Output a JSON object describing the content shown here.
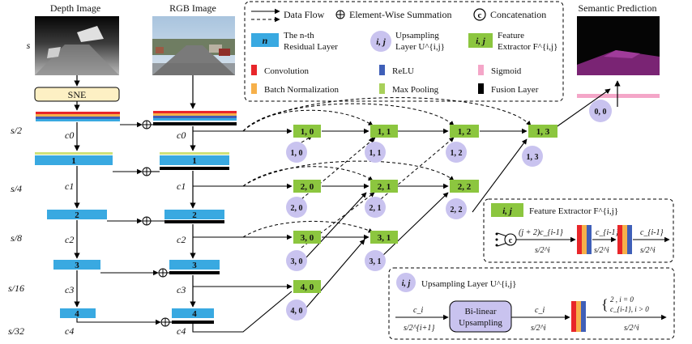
{
  "titles": {
    "depth": "Depth Image",
    "rgb": "RGB Image",
    "semantic": "Semantic Prediction"
  },
  "legend": {
    "data_flow": "Data Flow",
    "elementwise": "Element-Wise Summation",
    "concat": "Concatenation",
    "concat_symbol": "c",
    "residual_symbol": "n",
    "residual_line1": "The n-th",
    "residual_line2": "Residual Layer",
    "upsampling_symbol": "i, j",
    "upsampling_line1": "Upsampling",
    "upsampling_line2": "Layer U^{i,j}",
    "feature_symbol": "i, j",
    "feature_line1": "Feature",
    "feature_line2": "Extractor F^{i,j}",
    "convolution": "Convolution",
    "relu": "ReLU",
    "sigmoid": "Sigmoid",
    "batch_norm": "Batch Normalization",
    "max_pooling": "Max Pooling",
    "fusion_layer": "Fusion Layer"
  },
  "colors": {
    "convolution": "#e8262a",
    "relu": "#3f5fb8",
    "sigmoid": "#f4a6c8",
    "batch_norm": "#f6b04a",
    "max_pooling": "#a8d05a",
    "fusion": "#000000",
    "residual": "#39a9e1",
    "feature": "#8cc63f",
    "upsampling": "#c9c3ef",
    "sne": "#fdf0c4"
  },
  "scales": [
    "s",
    "s/2",
    "s/4",
    "s/8",
    "s/16",
    "s/32"
  ],
  "sne_label": "SNE",
  "depth_channels": [
    "c0",
    "c1",
    "c2",
    "c3",
    "c4"
  ],
  "rgb_channels": [
    "c0",
    "c1",
    "c2",
    "c3",
    "c4"
  ],
  "residual_layers": [
    "1",
    "2",
    "3",
    "4"
  ],
  "feature_nodes": [
    "1, 0",
    "1, 1",
    "1, 2",
    "1, 3",
    "2, 0",
    "2, 1",
    "2, 2",
    "3, 0",
    "3, 1",
    "4, 0"
  ],
  "upsampling_nodes": [
    "1, 0",
    "1, 1",
    "1, 2",
    "1, 3",
    "2, 0",
    "2, 1",
    "2, 2",
    "3, 0",
    "3, 1",
    "4, 0",
    "0, 0"
  ],
  "feature_box": {
    "symbol": "i, j",
    "title": "Feature Extractor F^{i,j}",
    "in_channels": "(j + 2)c_{i-1}",
    "in_scale": "s/2^i",
    "mid_channels": "c_{i-1}",
    "mid_scale": "s/2^i",
    "out_channels": "c_{i-1}",
    "out_scale": "s/2^i"
  },
  "upsampling_box": {
    "symbol": "i, j",
    "title": "Upsampling Layer U^{i,j}",
    "in_channels": "c_i",
    "in_scale": "s/2^{i+1}",
    "block_line1": "Bi-linear",
    "block_line2": "Upsampling",
    "mid_channels": "c_i",
    "mid_scale": "s/2^i",
    "out_case1": "2 , i = 0",
    "out_case2": "c_{i-1}, i > 0",
    "out_scale": "s/2^i"
  }
}
